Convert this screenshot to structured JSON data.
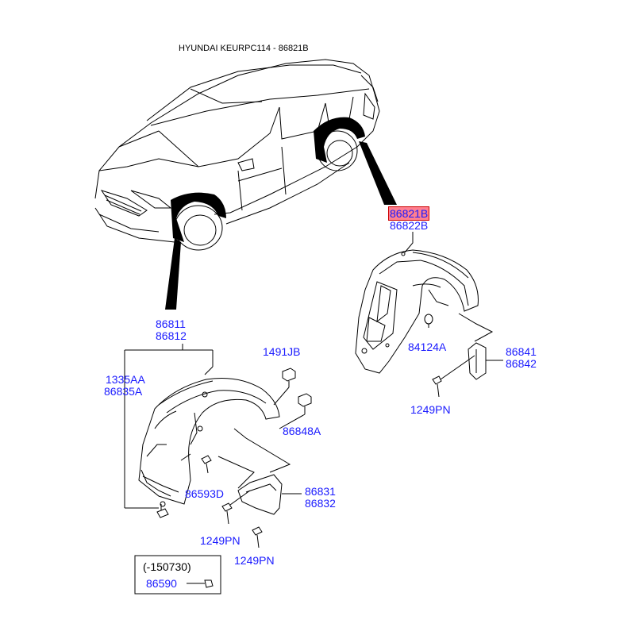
{
  "title": "HYUNDAI KEURPC114 - 86821B",
  "labels": {
    "rear_upper": "86821B",
    "rear_lower": "86822B",
    "clip_84124": "84124A",
    "bracket_upper": "86841",
    "bracket_lower": "86842",
    "screw_right": "1249PN",
    "front_upper": "86811",
    "front_lower": "86812",
    "left_upper": "1335AA",
    "left_lower": "86835A",
    "clip_1491": "1491JB",
    "clip_86848": "86848A",
    "screw_86593": "86593D",
    "guard_upper": "86831",
    "guard_lower": "86832",
    "screw_a": "1249PN",
    "screw_b": "1249PN"
  },
  "note_box": {
    "range": "(-150730)",
    "part": "86590"
  },
  "colors": {
    "label": "#1a1aff",
    "highlight": "#ff7f8f",
    "line": "#000000"
  }
}
